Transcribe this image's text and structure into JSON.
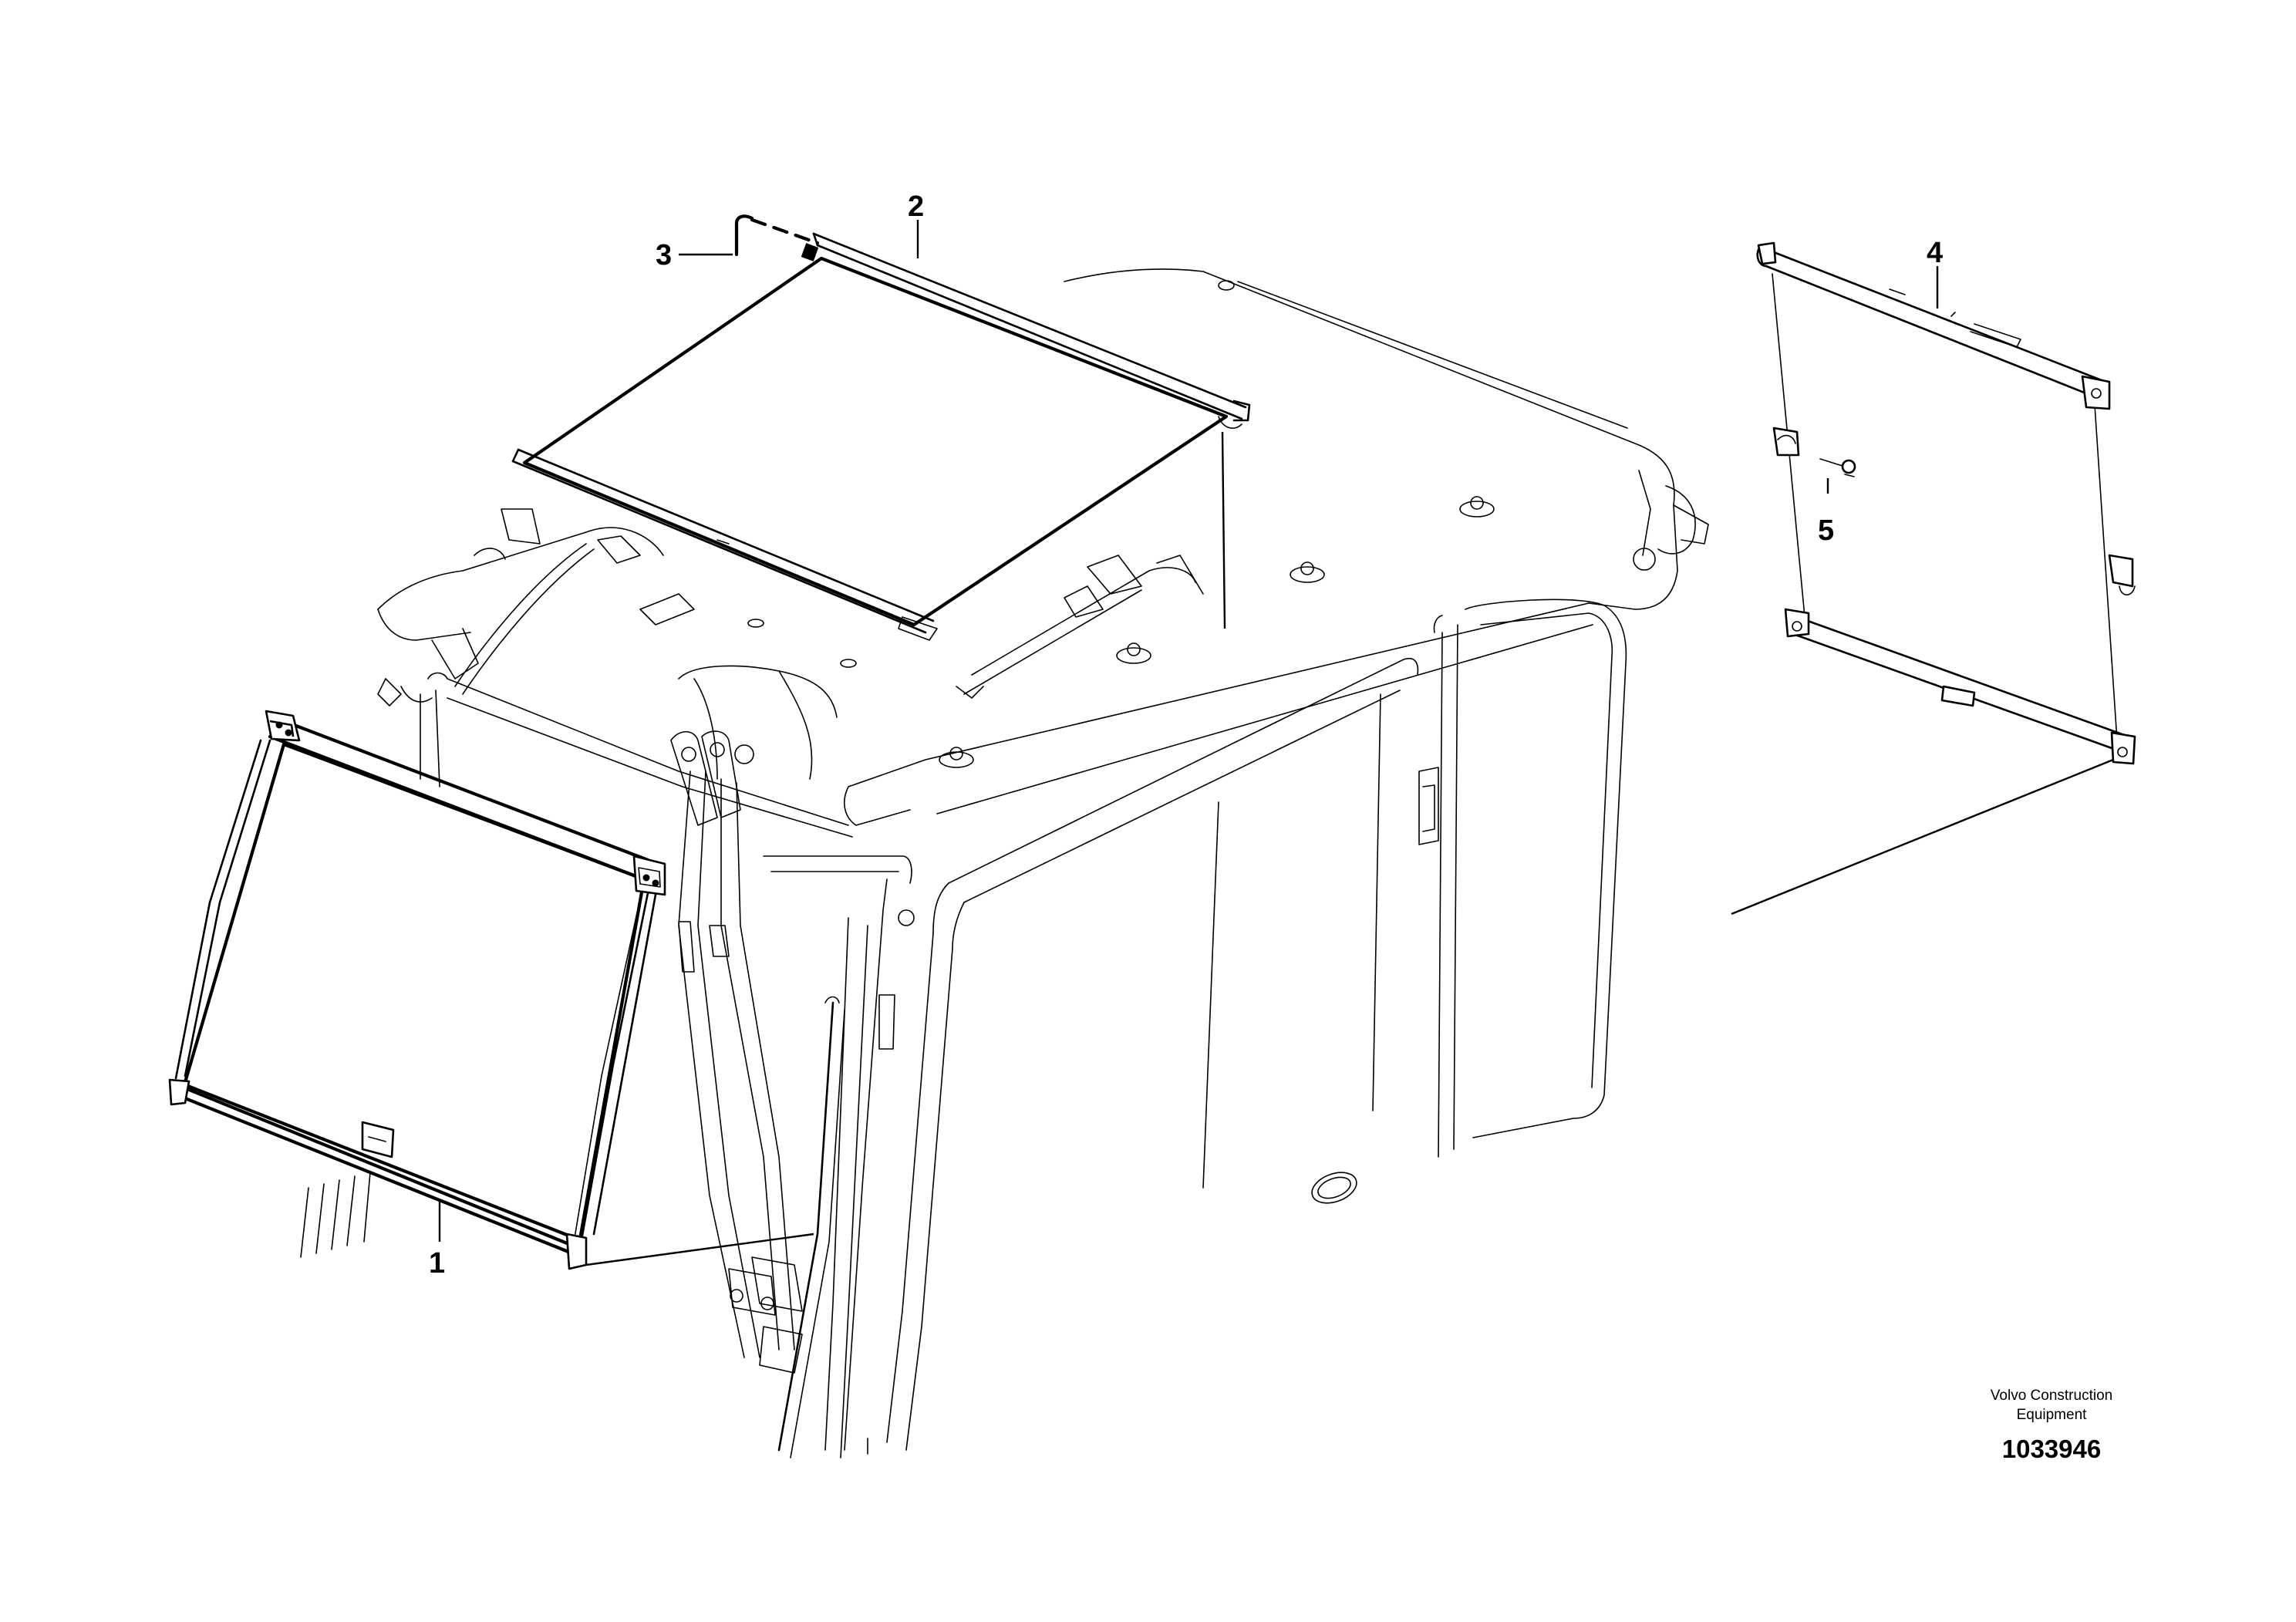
{
  "callouts": [
    {
      "id": "1",
      "label": "1"
    },
    {
      "id": "2",
      "label": "2"
    },
    {
      "id": "3",
      "label": "3"
    },
    {
      "id": "4",
      "label": "4"
    },
    {
      "id": "5",
      "label": "5"
    }
  ],
  "footer": {
    "brand_line1": "Volvo Construction",
    "brand_line2": "Equipment",
    "reference_number": "1033946"
  }
}
